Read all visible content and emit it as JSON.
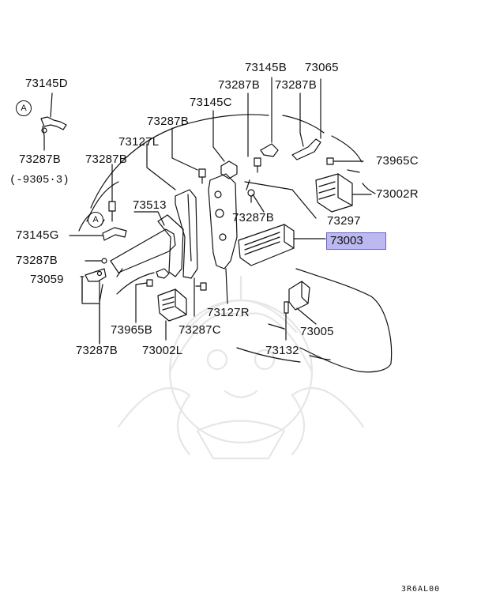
{
  "diagram": {
    "labels": {
      "p73145D": "73145D",
      "p73287B_tl": "73287B",
      "note_9305": "(-9305·3)",
      "p73287B_l1": "73287B",
      "p73145G": "73145G",
      "p73287B_l2": "73287B",
      "p73059": "73059",
      "p73287B_b": "73287B",
      "p73127L": "73127L",
      "p73287B_tc": "73287B",
      "p73513": "73513",
      "p73965B": "73965B",
      "p73002L": "73002L",
      "p73287C": "73287C",
      "p73127R": "73127R",
      "p73145C": "73145C",
      "p73287B_t1": "73287B",
      "p73145B": "73145B",
      "p73065": "73065",
      "p73287B_t2": "73287B",
      "p73965C": "73965C",
      "p73002R": "73002R",
      "p73287B_c": "73287B",
      "p73297": "73297",
      "p73003": "73003",
      "p73005": "73005",
      "p73132": "73132"
    },
    "callouts": {
      "A1": "A",
      "A2": "A"
    },
    "highlight_color": "#bcb8f0",
    "highlight_border": "#6a66c8",
    "diagram_code": "3R6AL00"
  }
}
